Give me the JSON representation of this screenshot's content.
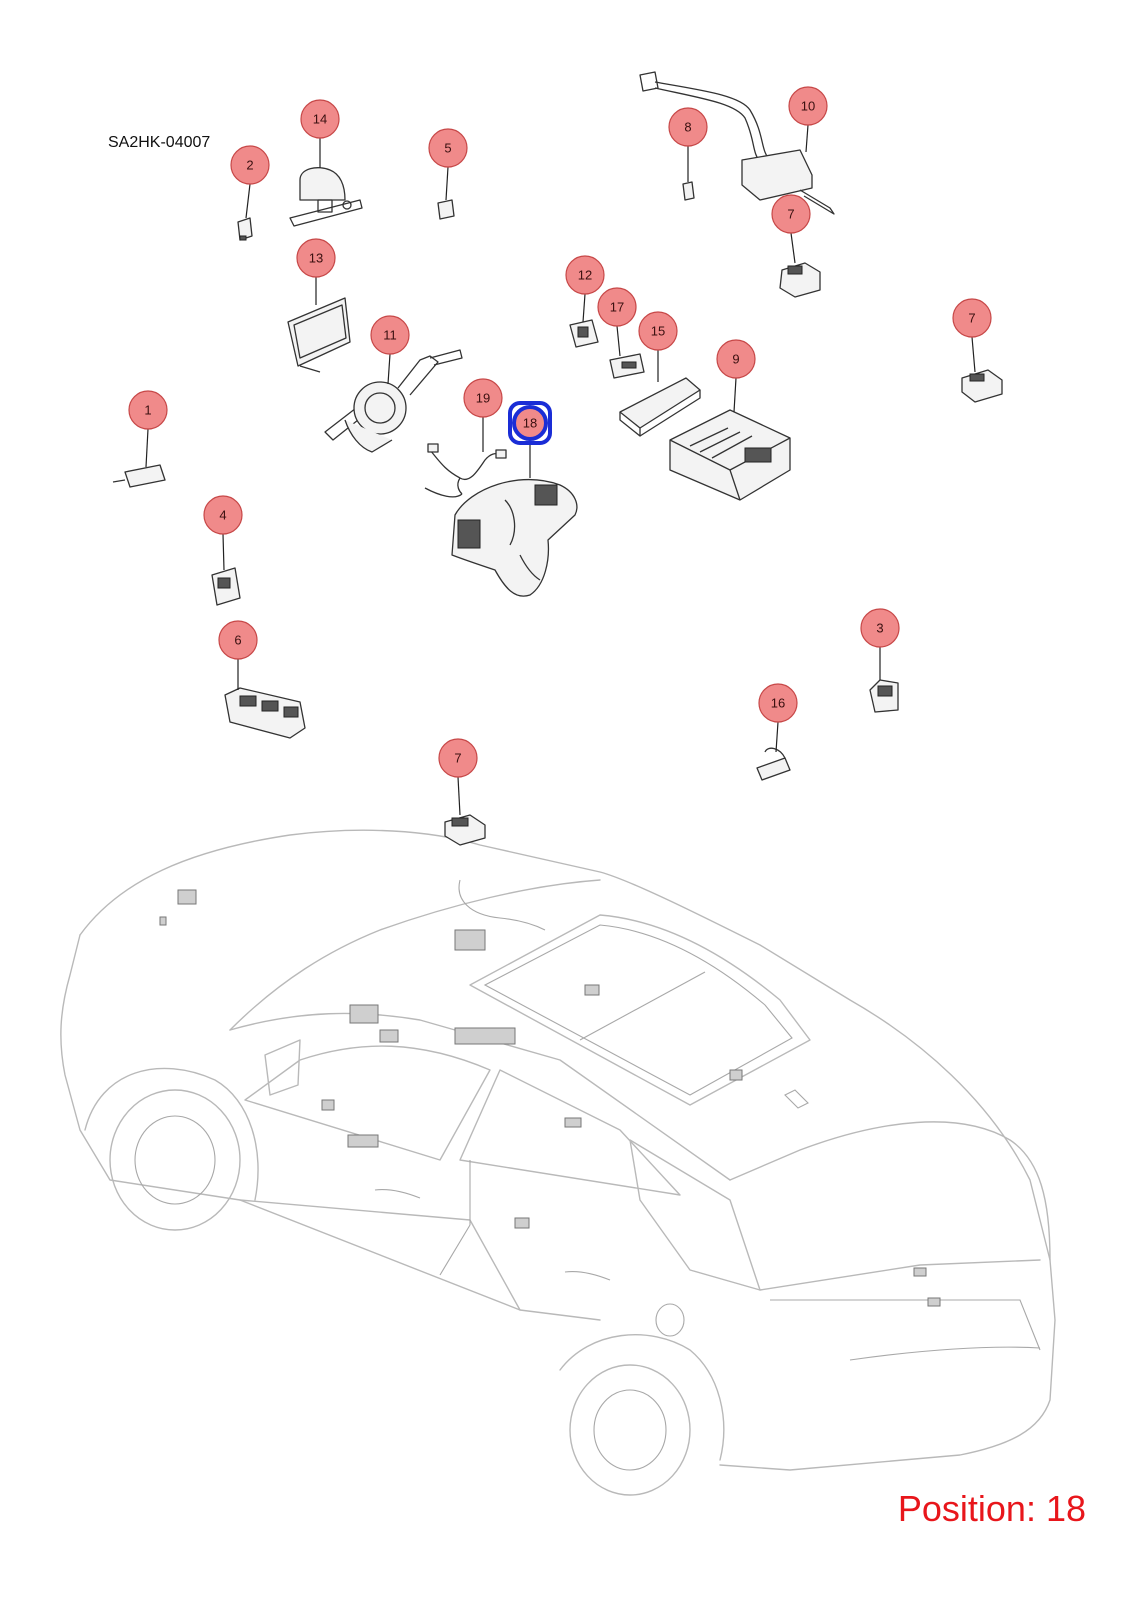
{
  "diagram": {
    "code": "SA2HK-04007",
    "position_readout": "Position: 18",
    "selected_callout": "18",
    "colors": {
      "callout_fill": "#f08a8a",
      "callout_stroke": "#c74848",
      "selected_outline": "#1a2dd6",
      "position_text": "#e8161b",
      "vehicle_outline": "#b9b9b9"
    },
    "callouts": [
      {
        "id": "c14",
        "label": "14"
      },
      {
        "id": "c2",
        "label": "2"
      },
      {
        "id": "c5",
        "label": "5"
      },
      {
        "id": "c8",
        "label": "8"
      },
      {
        "id": "c10",
        "label": "10"
      },
      {
        "id": "c7a",
        "label": "7"
      },
      {
        "id": "c13",
        "label": "13"
      },
      {
        "id": "c12",
        "label": "12"
      },
      {
        "id": "c17",
        "label": "17"
      },
      {
        "id": "c15",
        "label": "15"
      },
      {
        "id": "c9",
        "label": "9"
      },
      {
        "id": "c7b",
        "label": "7"
      },
      {
        "id": "c11",
        "label": "11"
      },
      {
        "id": "c1",
        "label": "1"
      },
      {
        "id": "c19",
        "label": "19"
      },
      {
        "id": "c18",
        "label": "18"
      },
      {
        "id": "c4",
        "label": "4"
      },
      {
        "id": "c6",
        "label": "6"
      },
      {
        "id": "c3",
        "label": "3"
      },
      {
        "id": "c16",
        "label": "16"
      },
      {
        "id": "c7c",
        "label": "7"
      }
    ]
  }
}
